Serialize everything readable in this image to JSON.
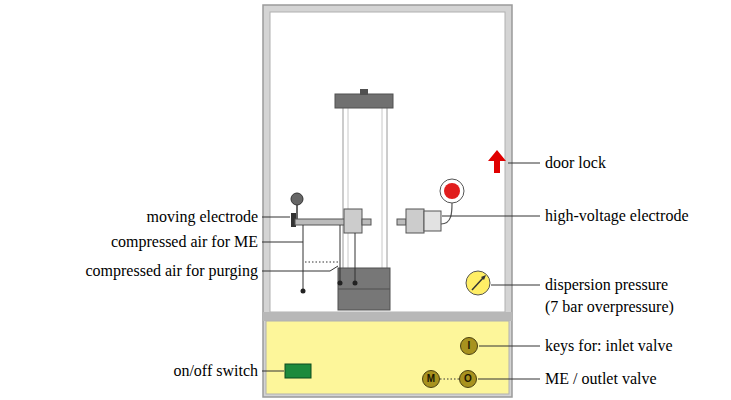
{
  "diagram": {
    "nodes": [
      {
        "text": [
          "I"
        ]
      },
      {
        "text": [
          "M"
        ]
      },
      {
        "text": [
          "O"
        ]
      }
    ],
    "edges": [
      {
        "from": 1,
        "to": 2,
        "arrow": "none"
      }
    ],
    "labels": [
      "moving electrode",
      "compressed air for ME",
      "compressed air for purging",
      "on/off switch",
      "door lock",
      "high-voltage electrode",
      "dispersion pressure (7 bar overpressure)",
      "keys for: inlet valve",
      "ME / outlet valve"
    ]
  }
}
